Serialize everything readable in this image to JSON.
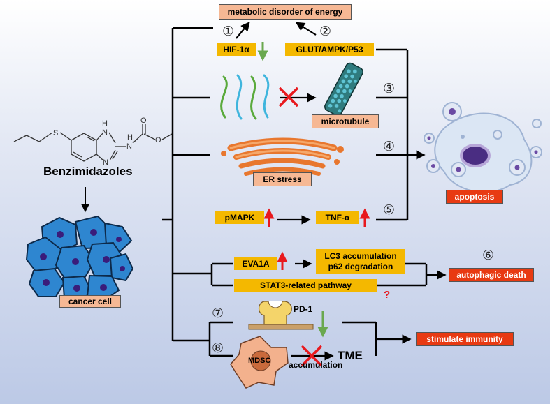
{
  "compound": {
    "name": "Benzimidazoles",
    "atom_labels": {
      "s": "S",
      "nh": "H",
      "n1": "N",
      "n2": "N",
      "nh2": "N",
      "h2": "H",
      "o1": "O",
      "o2": "O"
    }
  },
  "cell_label": "cancer cell",
  "boxes": {
    "metabolic": "metabolic disorder of energy",
    "hif": "HIF-1α",
    "glut": "GLUT/AMPK/P53",
    "microtubule": "microtubule",
    "er_stress": "ER stress",
    "apoptosis": "apoptosis",
    "pmapk": "pMAPK",
    "tnf": "TNF-α",
    "eva1a": "EVA1A",
    "lc3": "LC3 accumulation",
    "p62": "p62 degradation",
    "stat3": "STAT3-related pathway",
    "autophagic": "autophagic death",
    "stimulate": "stimulate immunity"
  },
  "labels": {
    "pd1": "PD-1",
    "mdsc": "MDSC",
    "accumulation": "accumulation",
    "tme": "TME",
    "question": "?"
  },
  "numbers": [
    "①",
    "②",
    "③",
    "④",
    "⑤",
    "⑥",
    "⑦",
    "⑧"
  ],
  "colors": {
    "peach_box": "#f6b894",
    "yellow_box": "#f4b800",
    "red_box": "#e83a12",
    "up_arrow": "#e8191e",
    "down_arrow": "#6aa84f",
    "inhibit_x": "#e8191e",
    "cell_blue": "#2e86d0"
  }
}
